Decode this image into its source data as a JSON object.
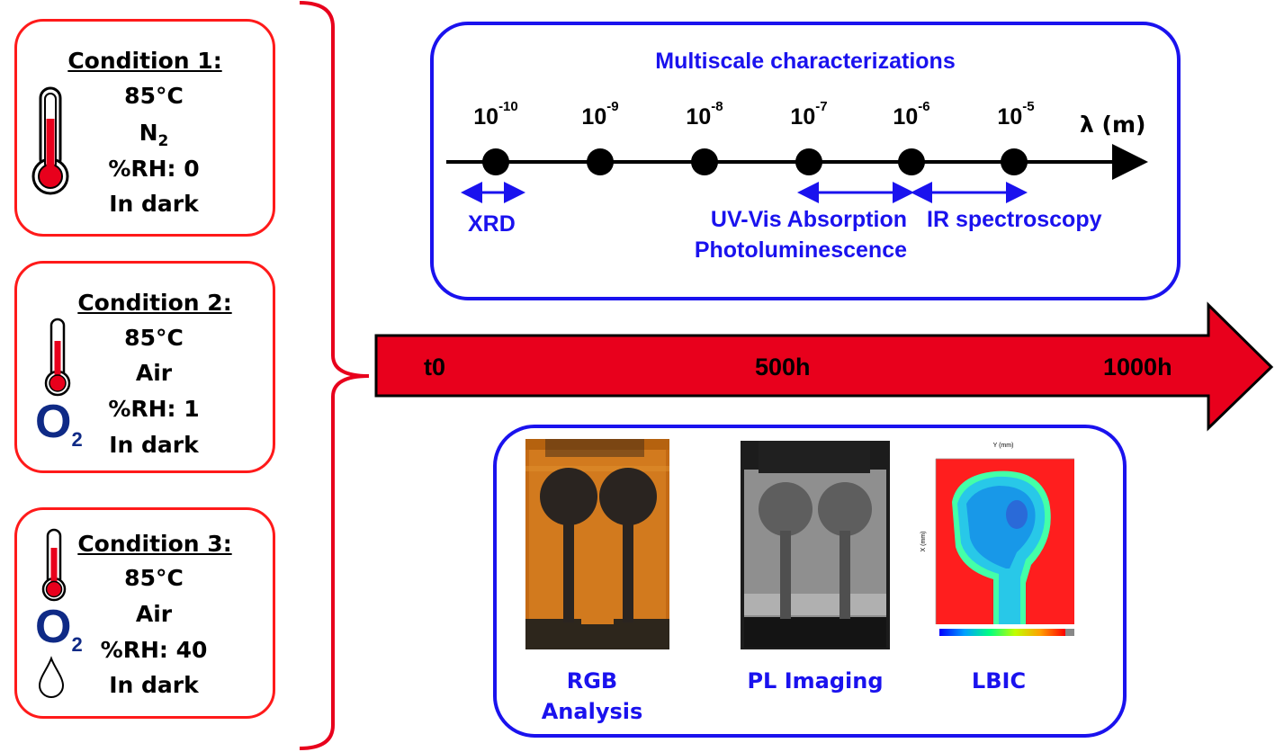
{
  "conditions": [
    {
      "title": "Condition 1:",
      "temp": "85°C",
      "atmosphere": "N",
      "atmosphere_sub": "2",
      "rh": "%RH: 0",
      "light": "In dark"
    },
    {
      "title": "Condition 2:",
      "temp": "85°C",
      "atmosphere": "Air",
      "rh": "%RH: 1",
      "light": "In dark"
    },
    {
      "title": "Condition 3:",
      "temp": "85°C",
      "atmosphere": "Air",
      "rh": "%RH: 40",
      "light": "In dark"
    }
  ],
  "o2_icon": {
    "letter": "O",
    "sub": "2"
  },
  "multiscale": {
    "title": "Multiscale characterizations",
    "ticks": [
      {
        "base": "10",
        "exp": "-10"
      },
      {
        "base": "10",
        "exp": "-9"
      },
      {
        "base": "10",
        "exp": "-8"
      },
      {
        "base": "10",
        "exp": "-7"
      },
      {
        "base": "10",
        "exp": "-6"
      },
      {
        "base": "10",
        "exp": "-5"
      }
    ],
    "axis_label": "λ (m)",
    "techniques": [
      {
        "label": "XRD"
      },
      {
        "label": "UV-Vis Absorption"
      },
      {
        "label": "Photoluminescence"
      },
      {
        "label": "IR spectroscopy"
      }
    ]
  },
  "timeline": {
    "labels": [
      "t0",
      "500h",
      "1000h"
    ]
  },
  "imaging": {
    "labels": [
      "RGB\nAnalysis",
      "PL Imaging",
      "LBIC"
    ]
  },
  "lbic_axes": {
    "top": "Y (mm)",
    "left": "X (mm)"
  },
  "colors": {
    "red": "#e8001c",
    "blue": "#1a12ee",
    "o2": "#0f2a86",
    "orange": "#c96a10"
  },
  "icons": [
    "thermometer-icon",
    "o2-icon",
    "water-drop-icon",
    "bracket-icon"
  ]
}
